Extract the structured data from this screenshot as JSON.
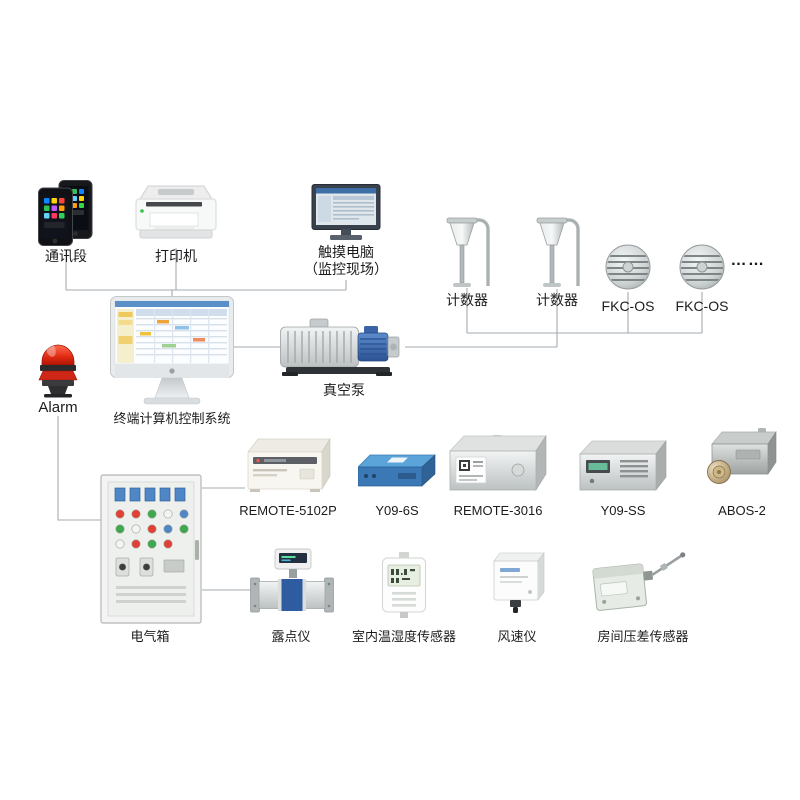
{
  "nodes": {
    "phone": {
      "label": "通讯段"
    },
    "printer": {
      "label": "打印机"
    },
    "touch_pc": {
      "label_line1": "触摸电脑",
      "label_line2": "（监控现场）"
    },
    "counter_1": {
      "label": "计数器"
    },
    "counter_2": {
      "label": "计数器"
    },
    "fkc_os_1": {
      "label": "FKC-OS"
    },
    "fkc_os_2": {
      "label": "FKC-OS"
    },
    "more_devices_ellipsis": "……",
    "alarm": {
      "label": "Alarm"
    },
    "terminal_computer": {
      "label": "终端计算机控制系统"
    },
    "vacuum_pump": {
      "label": "真空泵"
    },
    "remote_5102p": {
      "label": "REMOTE-5102P"
    },
    "y09_6s": {
      "label": "Y09-6S"
    },
    "remote_3016": {
      "label": "REMOTE-3016"
    },
    "y09_ss": {
      "label": "Y09-SS"
    },
    "abos_2": {
      "label": "ABOS-2"
    },
    "electrical_box": {
      "label": "电气箱"
    },
    "dew_point_meter": {
      "label": "露点仪"
    },
    "temp_humidity_sensor": {
      "label": "室内温湿度传感器"
    },
    "anemometer": {
      "label": "风速仪"
    },
    "pressure_sensor": {
      "label": "房间压差传感器"
    }
  },
  "connections": [
    [
      "phone",
      "terminal_computer"
    ],
    [
      "printer",
      "terminal_computer"
    ],
    [
      "touch_pc",
      "terminal_computer"
    ],
    [
      "terminal_computer",
      "vacuum_pump"
    ],
    [
      "vacuum_pump",
      "counter_1"
    ],
    [
      "vacuum_pump",
      "counter_2"
    ],
    [
      "vacuum_pump",
      "fkc_os_1"
    ],
    [
      "vacuum_pump",
      "fkc_os_2"
    ],
    [
      "alarm",
      "electrical_box"
    ],
    [
      "electrical_box",
      "remote_5102p"
    ],
    [
      "electrical_box",
      "dew_point_meter"
    ]
  ],
  "colors": {
    "background": "#ffffff",
    "connector_line": "#a6abb0",
    "label_text": "#1c1c1e",
    "alarm_red": "#d92b15",
    "motor_blue": "#3a6cb0",
    "y09_blue": "#3a79b6"
  }
}
